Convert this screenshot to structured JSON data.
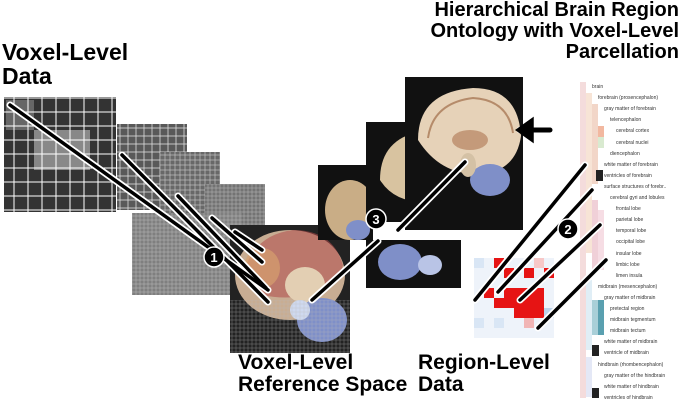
{
  "titles": {
    "voxel_data": [
      "Voxel-Level",
      "Data"
    ],
    "hierarchical": [
      "Hierarchical Brain Region",
      "Ontology with Voxel-Level",
      "Parcellation"
    ],
    "reference_space": [
      "Voxel-Level",
      "Reference Space"
    ],
    "region_data": [
      "Region-Level",
      "Data"
    ]
  },
  "steps": [
    "1",
    "2",
    "3"
  ],
  "ontology": [
    {
      "label": "brain",
      "level": 0
    },
    {
      "label": "forebrain (prosencephalon)",
      "level": 1
    },
    {
      "label": "gray matter of forebrain",
      "level": 2
    },
    {
      "label": "telencephalon",
      "level": 3
    },
    {
      "label": "cerebral cortex",
      "level": 4
    },
    {
      "label": "cerebral nuclei",
      "level": 4
    },
    {
      "label": "diencephalon",
      "level": 3
    },
    {
      "label": "white matter of forebrain",
      "level": 2
    },
    {
      "label": "ventricles of forebrain",
      "level": 2
    },
    {
      "label": "surface structures of forebr..",
      "level": 2
    },
    {
      "label": "cerebral gyri and lobules",
      "level": 3
    },
    {
      "label": "frontal lobe",
      "level": 4
    },
    {
      "label": "parietal lobe",
      "level": 4
    },
    {
      "label": "temporal lobe",
      "level": 4
    },
    {
      "label": "occipital lobe",
      "level": 4
    },
    {
      "label": "insular lobe",
      "level": 4
    },
    {
      "label": "limbic lobe",
      "level": 4
    },
    {
      "label": "limen insula",
      "level": 4
    },
    {
      "label": "midbrain (mesencephalon)",
      "level": 1
    },
    {
      "label": "gray matter of midbrain",
      "level": 2
    },
    {
      "label": "pretectal region",
      "level": 3
    },
    {
      "label": "midbrain tegmentum",
      "level": 3
    },
    {
      "label": "midbrain tectum",
      "level": 3
    },
    {
      "label": "white matter of midbrain",
      "level": 2
    },
    {
      "label": "ventricle of midbrain",
      "level": 2
    },
    {
      "label": "hindbrain (rhombencephalon)",
      "level": 1
    },
    {
      "label": "gray matter of the hindbrain",
      "level": 2
    },
    {
      "label": "white matter of hindbrain",
      "level": 2
    },
    {
      "label": "ventricles of hindbrain",
      "level": 2
    }
  ],
  "colors": {
    "grid_bg": "#222222",
    "cortex": "#e8cbb0",
    "cerebellum": "#7f8fc8",
    "heat_red": "#e61414",
    "heat_light": "#d9e6f5"
  }
}
